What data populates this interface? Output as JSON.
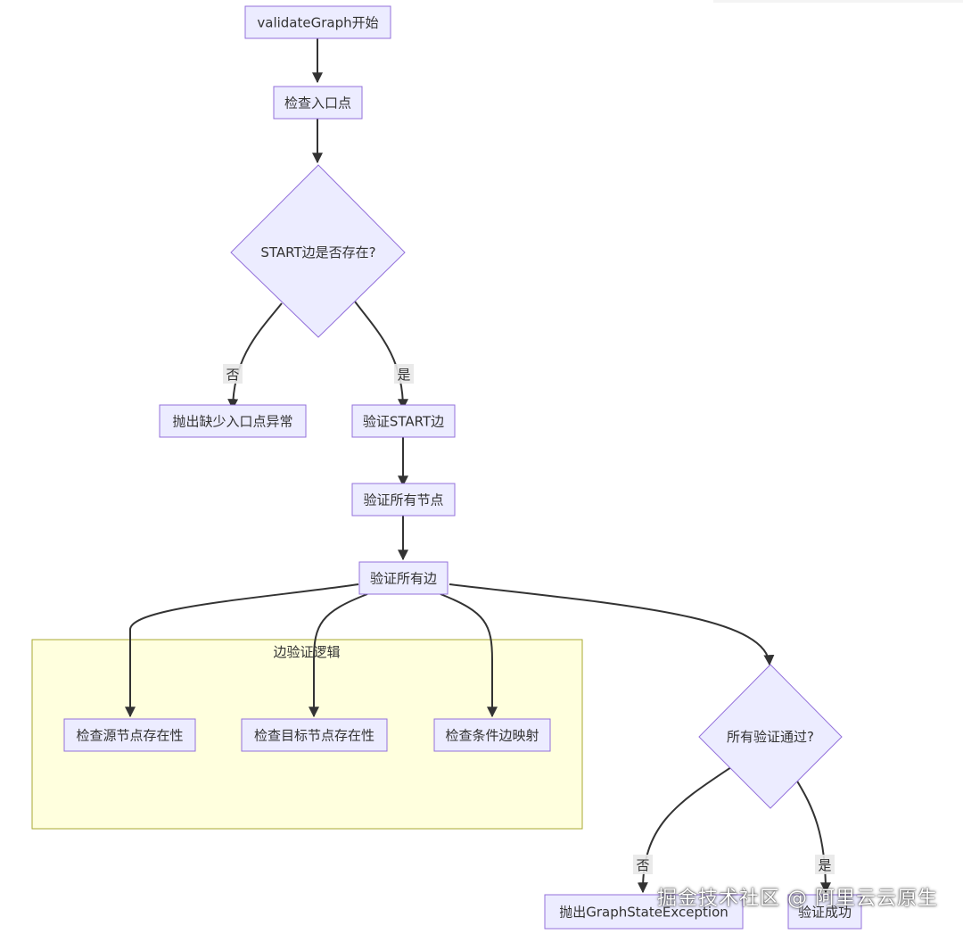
{
  "nodes": {
    "start": "validateGraph开始",
    "check_entry": "检查入口点",
    "start_edge_exists": "START边是否存在?",
    "throw_missing_entry": "抛出缺少入口点异常",
    "verify_start_edge": "验证START边",
    "verify_all_nodes": "验证所有节点",
    "verify_all_edges": "验证所有边",
    "check_source_node": "检查源节点存在性",
    "check_target_node": "检查目标节点存在性",
    "check_condition_map": "检查条件边映射",
    "all_passed": "所有验证通过?",
    "throw_graph_state": "抛出GraphStateException",
    "verify_success": "验证成功"
  },
  "edge_labels": {
    "no_1": "否",
    "yes_1": "是",
    "no_2": "否",
    "yes_2": "是"
  },
  "cluster": {
    "title": "边验证逻辑"
  },
  "watermark": "掘金技术社区 @ 阿里云云原生",
  "colors": {
    "node_fill": "#ECECFF",
    "node_stroke": "#9370DB",
    "cluster_fill": "#ffffde",
    "cluster_stroke": "#aaaa33",
    "edge": "#333333"
  }
}
